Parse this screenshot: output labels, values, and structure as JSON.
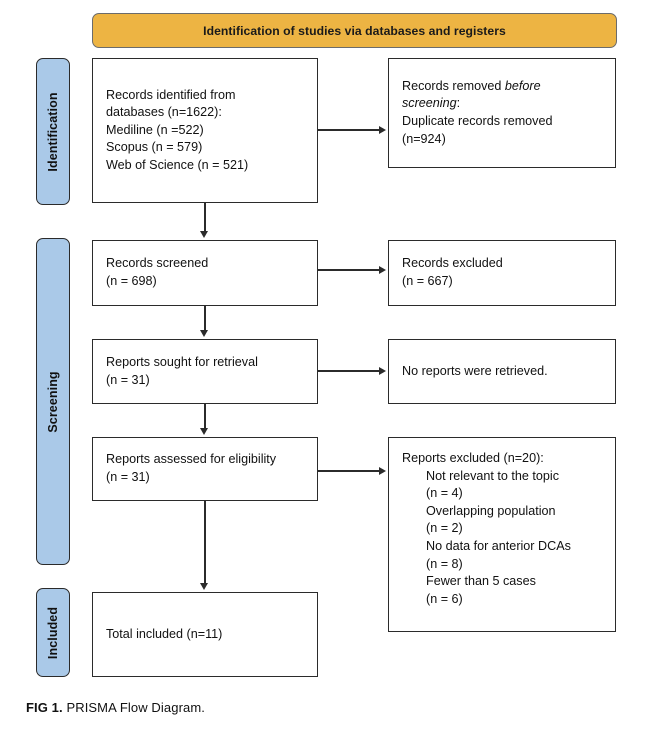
{
  "figure": {
    "caption_label": "FIG 1.",
    "caption_text": "PRISMA Flow Diagram."
  },
  "colors": {
    "banner_fill": "#edb443",
    "stage_fill": "#aac9e8",
    "box_border": "#2b2b2b",
    "box_fill": "#ffffff",
    "text": "#111111"
  },
  "banner": {
    "title": "Identification of studies via databases and registers"
  },
  "stages": [
    {
      "id": "identification",
      "label": "Identification"
    },
    {
      "id": "screening",
      "label": "Screening"
    },
    {
      "id": "included",
      "label": "Included"
    }
  ],
  "boxes": {
    "identified": {
      "lines": [
        "Records identified from",
        "databases (n=1622):",
        "Mediline (n =522)",
        "Scopus (n = 579)",
        "Web of Science (n = 521)"
      ]
    },
    "removed": {
      "line1_plain": "Records removed ",
      "line1_italic": "before",
      "line2_italic": "screening",
      "line2_plain": ":",
      "line3": "Duplicate records removed",
      "line4": "(n=924)"
    },
    "screened": {
      "lines": [
        "Records screened",
        "(n = 698)"
      ]
    },
    "excluded_1": {
      "lines": [
        "Records excluded",
        "(n = 667)"
      ]
    },
    "sought": {
      "lines": [
        "Reports sought for retrieval",
        "(n = 31)"
      ]
    },
    "not_retrieved": {
      "lines": [
        "No reports were retrieved."
      ]
    },
    "assessed": {
      "lines": [
        "Reports assessed for eligibility",
        "(n = 31)"
      ]
    },
    "excluded_2": {
      "heading": "Reports excluded (n=20):",
      "reasons": [
        "Not relevant to the topic",
        "(n = 4)",
        "Overlapping population",
        "(n = 2)",
        "No data for anterior DCAs",
        "(n = 8)",
        "Fewer than 5 cases",
        "(n = 6)"
      ]
    },
    "total": {
      "lines": [
        "Total included (n=11)"
      ]
    }
  },
  "chart_data": {
    "type": "diagram",
    "title": "PRISMA Flow Diagram",
    "nodes": [
      {
        "id": "identified",
        "stage": "Identification",
        "label": "Records identified from databases (n=1622): Mediline (n =522) Scopus (n = 579) Web of Science (n = 521)",
        "n": 1622
      },
      {
        "id": "removed",
        "stage": "Identification",
        "label": "Records removed before screening: Duplicate records removed (n=924)",
        "n": 924
      },
      {
        "id": "screened",
        "stage": "Screening",
        "label": "Records screened (n = 698)",
        "n": 698
      },
      {
        "id": "excluded_1",
        "stage": "Screening",
        "label": "Records excluded (n = 667)",
        "n": 667
      },
      {
        "id": "sought",
        "stage": "Screening",
        "label": "Reports sought for retrieval (n = 31)",
        "n": 31
      },
      {
        "id": "not_retrieved",
        "stage": "Screening",
        "label": "No reports were retrieved.",
        "n": 0
      },
      {
        "id": "assessed",
        "stage": "Screening",
        "label": "Reports assessed for eligibility (n = 31)",
        "n": 31
      },
      {
        "id": "excluded_2",
        "stage": "Screening",
        "label": "Reports excluded (n=20)",
        "n": 20
      },
      {
        "id": "total",
        "stage": "Included",
        "label": "Total included (n=11)",
        "n": 11
      }
    ],
    "edges": [
      {
        "from": "identified",
        "to": "removed",
        "direction": "right"
      },
      {
        "from": "identified",
        "to": "screened",
        "direction": "down"
      },
      {
        "from": "screened",
        "to": "excluded_1",
        "direction": "right"
      },
      {
        "from": "screened",
        "to": "sought",
        "direction": "down"
      },
      {
        "from": "sought",
        "to": "not_retrieved",
        "direction": "right"
      },
      {
        "from": "sought",
        "to": "assessed",
        "direction": "down"
      },
      {
        "from": "assessed",
        "to": "excluded_2",
        "direction": "right"
      },
      {
        "from": "assessed",
        "to": "total",
        "direction": "down"
      }
    ],
    "sources": [
      {
        "name": "Mediline",
        "n": 522
      },
      {
        "name": "Scopus",
        "n": 579
      },
      {
        "name": "Web of Science",
        "n": 521
      }
    ],
    "exclusion_reasons": [
      {
        "reason": "Not relevant to the topic",
        "n": 4
      },
      {
        "reason": "Overlapping population",
        "n": 2
      },
      {
        "reason": "No data for anterior DCAs",
        "n": 8
      },
      {
        "reason": "Fewer than 5 cases",
        "n": 6
      }
    ]
  }
}
